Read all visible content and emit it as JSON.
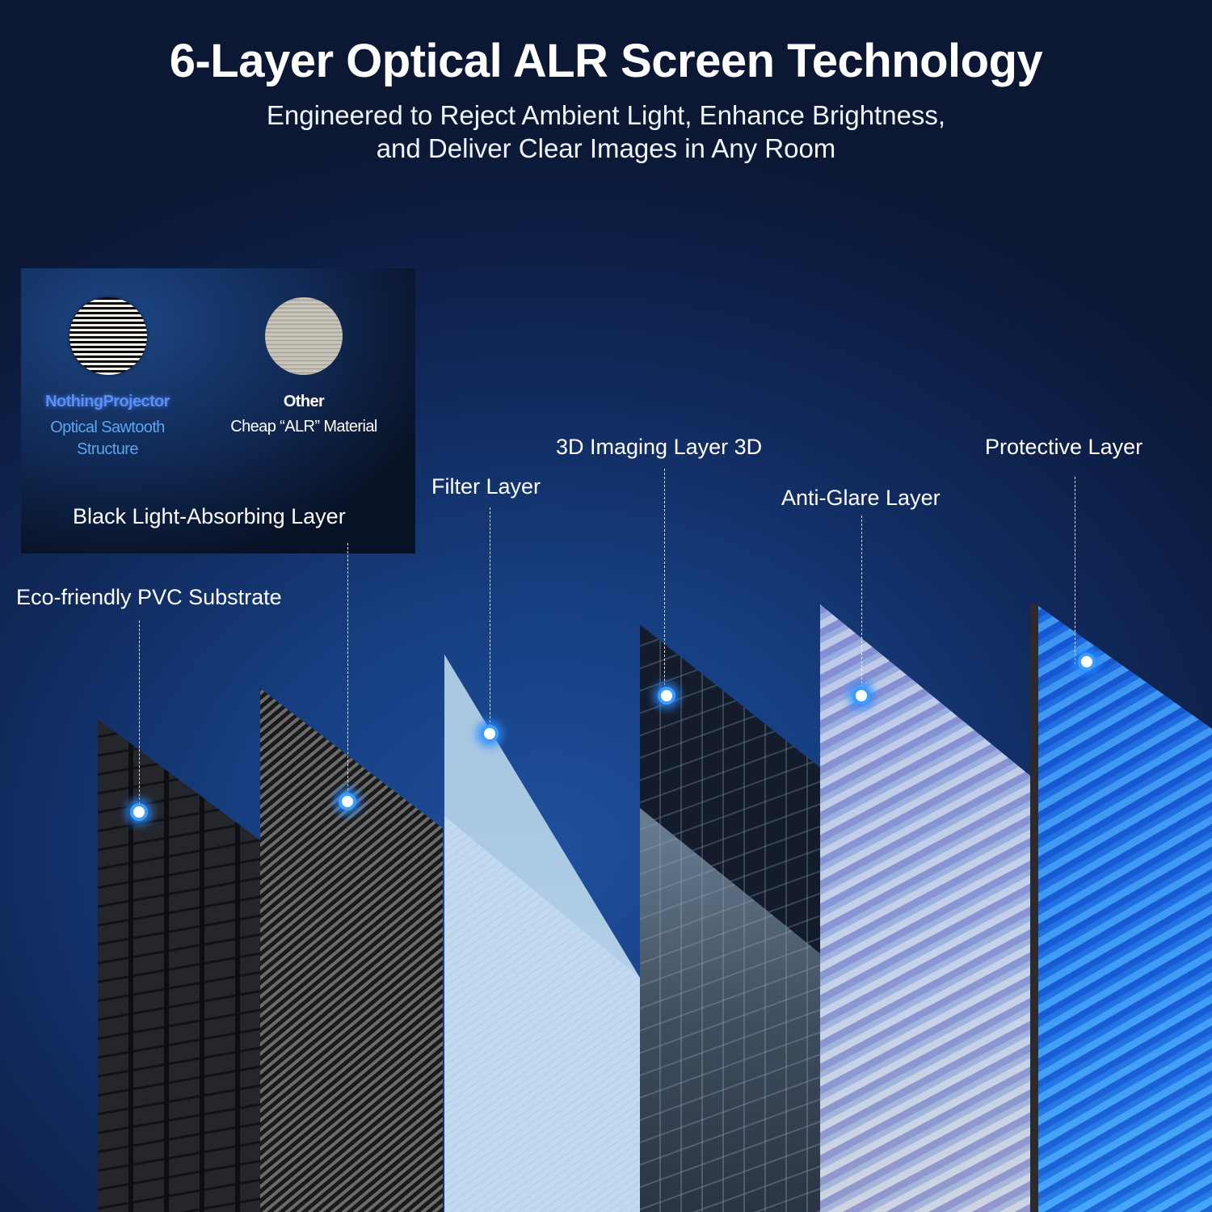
{
  "header": {
    "title": "6-Layer Optical ALR Screen Technology",
    "subtitle_line1": "Engineered to Reject Ambient Light, Enhance Brightness,",
    "subtitle_line2": "and Deliver Clear Images in Any Room"
  },
  "comparison": {
    "brand": {
      "name": "NothingProjector",
      "desc_line1": "Optical Sawtooth",
      "desc_line2": "Structure",
      "color": "#5b8ef5"
    },
    "other": {
      "name": "Other",
      "desc": "Cheap “ALR” Material"
    },
    "layer_label": "Black Light-Absorbing Layer"
  },
  "layers": [
    {
      "label": "Eco-friendly PVC Substrate",
      "texture": "dark-tile"
    },
    {
      "label": "Black Light-Absorbing Layer",
      "texture": "carbon-fiber"
    },
    {
      "label": "Filter Layer",
      "texture": "light-blue-translucent"
    },
    {
      "label": "3D Imaging Layer 3D",
      "texture": "dark-grid"
    },
    {
      "label": "Anti-Glare Layer",
      "texture": "pale-blue-water"
    },
    {
      "label": "Protective Layer",
      "texture": "bright-blue-water"
    }
  ],
  "colors": {
    "background": "#163e80",
    "marker": "#3f9cff",
    "text": "#ffffff"
  }
}
